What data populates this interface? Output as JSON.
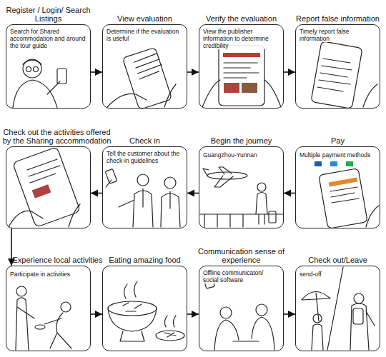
{
  "diagram": {
    "nodes": [
      {
        "text": [
          "Register / Login/ Search Listings",
          "Search for Shared accommodation and around the tour guide"
        ]
      },
      {
        "text": [
          "View evaluation",
          "Determine if the evaluation is useful"
        ]
      },
      {
        "text": [
          "Verify the evaluation",
          "View the publisher information to determine credibility"
        ]
      },
      {
        "text": [
          "Report false information",
          "Timely report false information"
        ]
      },
      {
        "text": [
          "Check out the activities offered by the Sharing accommodation"
        ]
      },
      {
        "text": [
          "Check in",
          "Tell the customer about the check-in guidelines"
        ]
      },
      {
        "text": [
          "Begin the journey",
          "Guangzhou-Yunnan"
        ]
      },
      {
        "text": [
          "Pay",
          "Multiple payment methods"
        ]
      },
      {
        "text": [
          "Experience local activities",
          "Participate in activities"
        ]
      },
      {
        "text": [
          "Eating amazing food"
        ]
      },
      {
        "text": [
          "Communication sense of experience",
          "Offline communicaton/ social software"
        ]
      },
      {
        "text": [
          "Check out/Leave",
          "send-off"
        ]
      }
    ],
    "edges": [
      {
        "from": 0,
        "to": 1,
        "arrow": "to"
      },
      {
        "from": 1,
        "to": 2,
        "arrow": "to"
      },
      {
        "from": 2,
        "to": 3,
        "arrow": "to"
      },
      {
        "from": 7,
        "to": 6,
        "arrow": "to"
      },
      {
        "from": 6,
        "to": 5,
        "arrow": "to"
      },
      {
        "from": 5,
        "to": 4,
        "arrow": "to"
      },
      {
        "from": 4,
        "to": 8,
        "arrow": "to"
      },
      {
        "from": 8,
        "to": 9,
        "arrow": "to"
      },
      {
        "from": 9,
        "to": 10,
        "arrow": "to"
      },
      {
        "from": 10,
        "to": 11,
        "arrow": "to"
      }
    ]
  }
}
